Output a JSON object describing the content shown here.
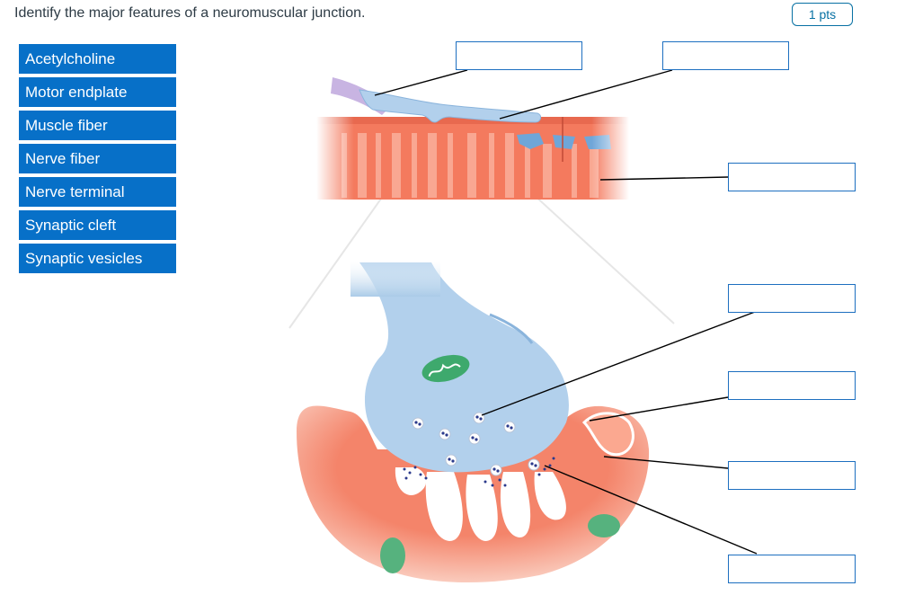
{
  "question": {
    "text": "Identify the major features of a neuromuscular junction.",
    "points": "1 pts"
  },
  "options": [
    "Acetylcholine",
    "Motor endplate",
    "Muscle fiber",
    "Nerve fiber",
    "Nerve terminal",
    "Synaptic cleft",
    "Synaptic vesicles"
  ],
  "drop_zones_count": 7
}
